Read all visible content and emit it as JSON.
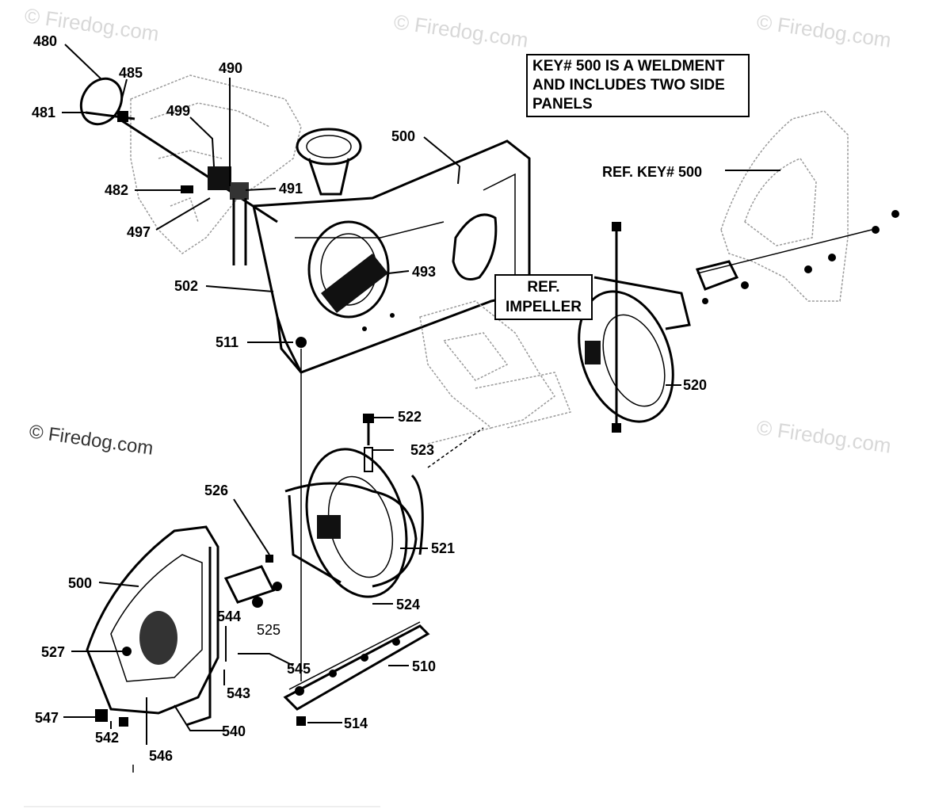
{
  "watermarks": [
    "© Firedog.com",
    "© Firedog.com",
    "© Firedog.com",
    "© Firedog.com",
    "© Firedog.com"
  ],
  "note": {
    "lines": [
      "KEY# 500 IS A WELDMENT",
      "AND INCLUDES TWO SIDE",
      "PANELS"
    ]
  },
  "ref_impeller": {
    "lines": [
      "REF.",
      "IMPELLER"
    ]
  },
  "ref_key_label": "REF. KEY# 500",
  "part_labels": [
    {
      "id": "480",
      "text": "480"
    },
    {
      "id": "485",
      "text": "485"
    },
    {
      "id": "481",
      "text": "481"
    },
    {
      "id": "490",
      "text": "490"
    },
    {
      "id": "499",
      "text": "499"
    },
    {
      "id": "491",
      "text": "491"
    },
    {
      "id": "482",
      "text": "482"
    },
    {
      "id": "497",
      "text": "497"
    },
    {
      "id": "500a",
      "text": "500"
    },
    {
      "id": "493",
      "text": "493"
    },
    {
      "id": "502",
      "text": "502"
    },
    {
      "id": "511",
      "text": "511"
    },
    {
      "id": "520",
      "text": "520"
    },
    {
      "id": "522",
      "text": "522"
    },
    {
      "id": "523",
      "text": "523"
    },
    {
      "id": "526",
      "text": "526"
    },
    {
      "id": "521",
      "text": "521"
    },
    {
      "id": "500b",
      "text": "500"
    },
    {
      "id": "524",
      "text": "524"
    },
    {
      "id": "544",
      "text": "544"
    },
    {
      "id": "525",
      "text": "525"
    },
    {
      "id": "527",
      "text": "527"
    },
    {
      "id": "545",
      "text": "545"
    },
    {
      "id": "510",
      "text": "510"
    },
    {
      "id": "543",
      "text": "543"
    },
    {
      "id": "547",
      "text": "547"
    },
    {
      "id": "540",
      "text": "540"
    },
    {
      "id": "514",
      "text": "514"
    },
    {
      "id": "542",
      "text": "542"
    },
    {
      "id": "546",
      "text": "546"
    }
  ]
}
